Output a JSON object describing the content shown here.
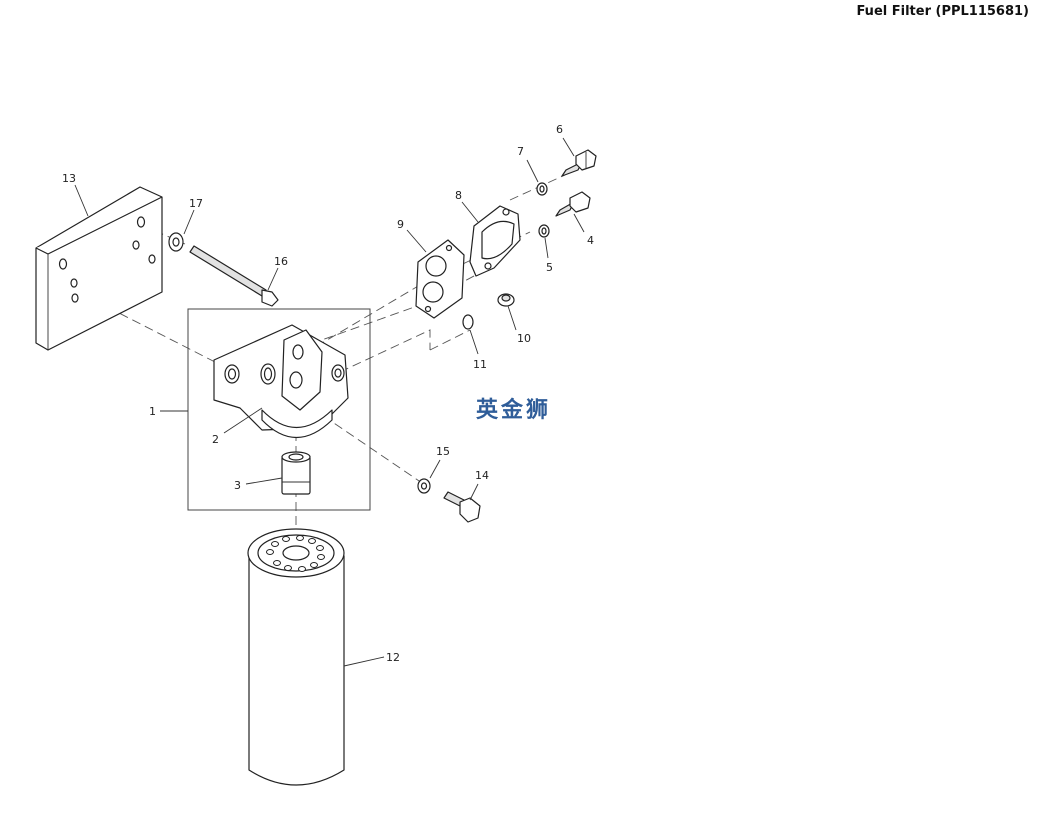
{
  "header": {
    "title": "Fuel Filter (PPL115681)"
  },
  "callouts": [
    "1",
    "2",
    "3",
    "4",
    "5",
    "6",
    "7",
    "8",
    "9",
    "10",
    "11",
    "12",
    "13",
    "14",
    "15",
    "16",
    "17"
  ],
  "watermark": "英金狮"
}
